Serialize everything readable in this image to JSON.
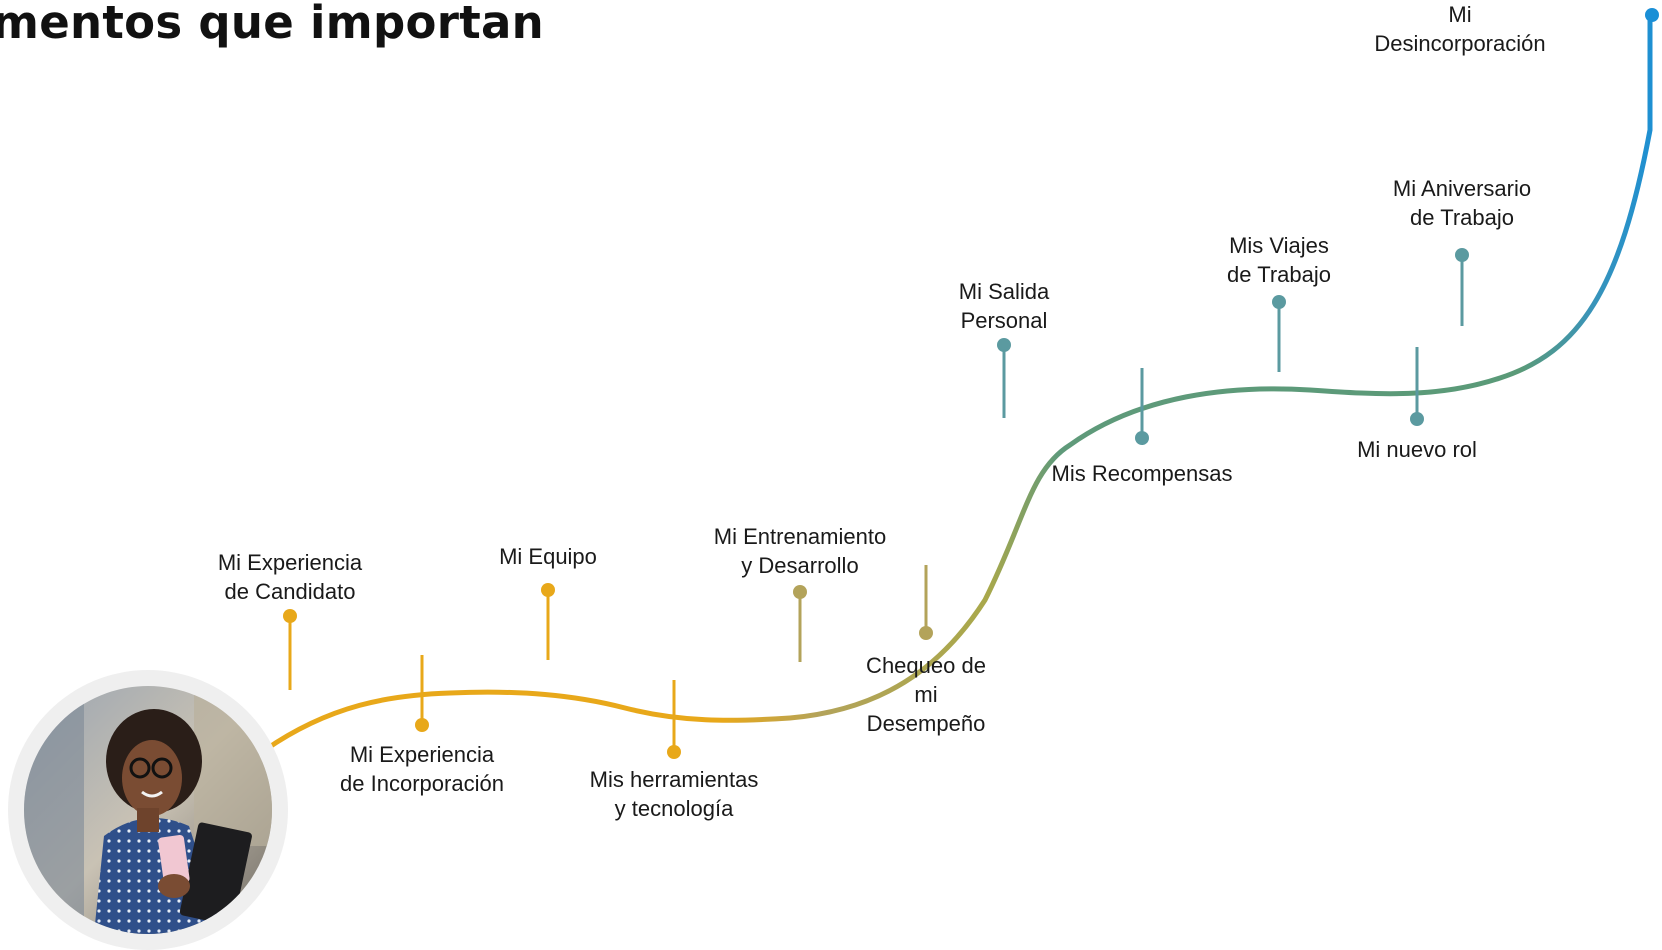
{
  "title": "mentos que importan",
  "milestones": [
    {
      "label": "Mi Experiencia\nde Candidato"
    },
    {
      "label": "Mi Experiencia\nde Incorporación"
    },
    {
      "label": "Mi Equipo"
    },
    {
      "label": "Mis herramientas\ny tecnología"
    },
    {
      "label": "Mi Entrenamiento\ny Desarrollo"
    },
    {
      "label": "Chequeo de\nmi\nDesempeño"
    },
    {
      "label": "Mi Salida\nPersonal"
    },
    {
      "label": "Mis Recompensas"
    },
    {
      "label": "Mis Viajes\nde Trabajo"
    },
    {
      "label": "Mi nuevo rol"
    },
    {
      "label": "Mi Aniversario\nde Trabajo"
    },
    {
      "label": "Mi\nDesincorporación"
    }
  ],
  "colors": {
    "yellow": "#e8a81a",
    "olive": "#b3a35a",
    "teal": "#5b9aa0",
    "green": "#5a9a78",
    "blue": "#1a8fd6"
  },
  "photo": {
    "subject": "smiling woman with glasses holding a phone and folder"
  }
}
